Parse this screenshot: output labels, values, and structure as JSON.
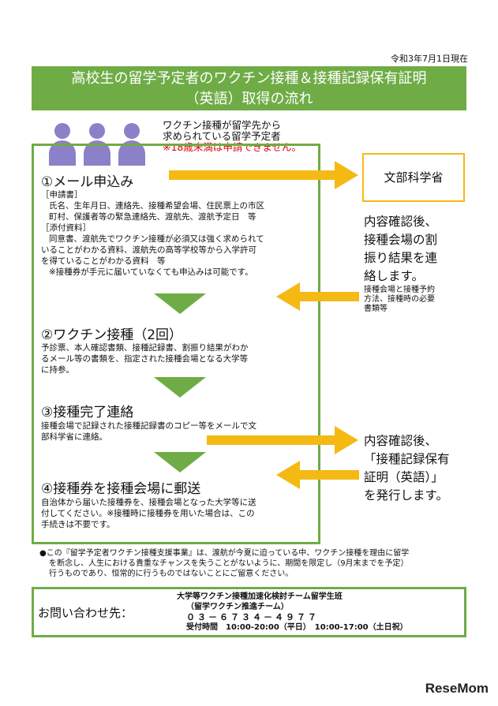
{
  "date": "令和3年7月1日現在",
  "title": {
    "line1": "高校生の留学予定者のワクチン接種＆接種記録保有証明",
    "line2": "（英語）取得の流れ"
  },
  "intro": {
    "line1": "ワクチン接種が留学先から",
    "line2": "求められている留学予定者",
    "warning": "※18歳未満は申請できません。"
  },
  "step1": {
    "title": "①メール申込み",
    "app_label": "［申請書］",
    "app_line1": "氏名、生年月日、連絡先、接種希望会場、住民票上の市区",
    "app_line2": "町村、保護者等の緊急連絡先、渡航先、渡航予定日　等",
    "att_label": "［添付資料］",
    "att_line1": "同意書、渡航先でワクチン接種が必須又は強く求められて",
    "att_line2": "いることがわかる資料、渡航先の高等学校等から入学許可",
    "att_line3": "を得ていることがわかる資料　等",
    "note": "※接種券が手元に届いていなくても申込みは可能です。"
  },
  "step2": {
    "title": "②ワクチン接種（2回）",
    "line1": "予診票、本人確認書類、接種記録書、割振り結果がわか",
    "line2": "るメール等の書類を、指定された接種会場となる大学等",
    "line3": "に持参。"
  },
  "step3": {
    "title": "③接種完了連絡",
    "line1": "接種会場で記録された接種記録書のコピー等をメールで文",
    "line2": "部科学省に連絡。"
  },
  "step4": {
    "title": "④接種券を接種会場に郵送",
    "line1": "自治体から届いた接種券を、接種会場となった大学等に送",
    "line2": "付してください。※接種時に接種券を用いた場合は、この",
    "line3": "手続きは不要です。"
  },
  "mext": "文部科学省",
  "response1": {
    "line1": "内容確認後、",
    "line2": "接種会場の割",
    "line3": "振り結果を連",
    "line4": "絡します。",
    "sub1": "接種会場と接種予約",
    "sub2": "方法、接種時の必要",
    "sub3": "書類等"
  },
  "response2": {
    "line1": "内容確認後、",
    "line2": "「接種記録保有",
    "line3": "証明（英語）」",
    "line4": "を発行します。"
  },
  "note": {
    "line1": "●この『留学予定者ワクチン接種支援事業』は、渡航が今夏に迫っている中、ワクチン接種を理由に留学",
    "line2": "を断念し、人生における貴重なチャンスを失うことがないように、期間を限定し（9月末までを予定）",
    "line3": "行うものであり、恒常的に行うものではないことにご留意ください。"
  },
  "contact": {
    "label": "お問い合わせ先：",
    "org1": "大学等ワクチン接種加速化検討チーム留学生班",
    "org2": "（留学ワクチン推進チーム）",
    "phone": "０３－６７３４－４９７７",
    "hours": "受付時間　10:00-20:00（平日）　10:00-17:00（土日祝）"
  },
  "watermark": "ReseMom",
  "icons": {
    "people": "person-group-icon",
    "arrow_color": "#f5b914",
    "green": "#6fac46"
  }
}
